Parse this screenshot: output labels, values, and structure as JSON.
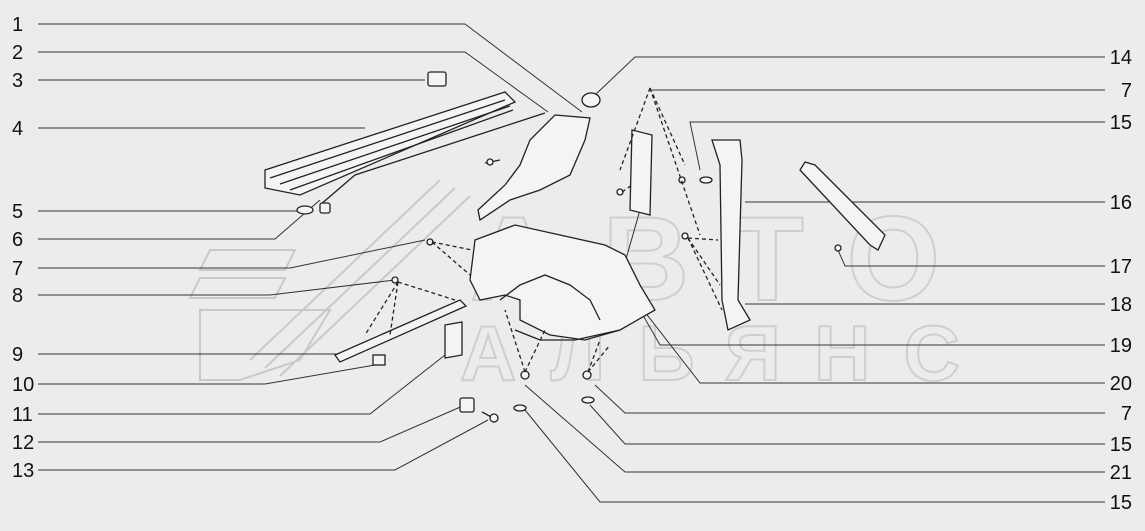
{
  "watermark": {
    "line1": "АВТО",
    "line2": "АЛЬЯНС"
  },
  "callouts": {
    "left": [
      "1",
      "2",
      "3",
      "4",
      "5",
      "6",
      "7",
      "8",
      "9",
      "10",
      "11",
      "12",
      "13"
    ],
    "right": [
      "14",
      "7",
      "15",
      "16",
      "17",
      "18",
      "19",
      "20",
      "7",
      "15",
      "21",
      "15"
    ]
  }
}
